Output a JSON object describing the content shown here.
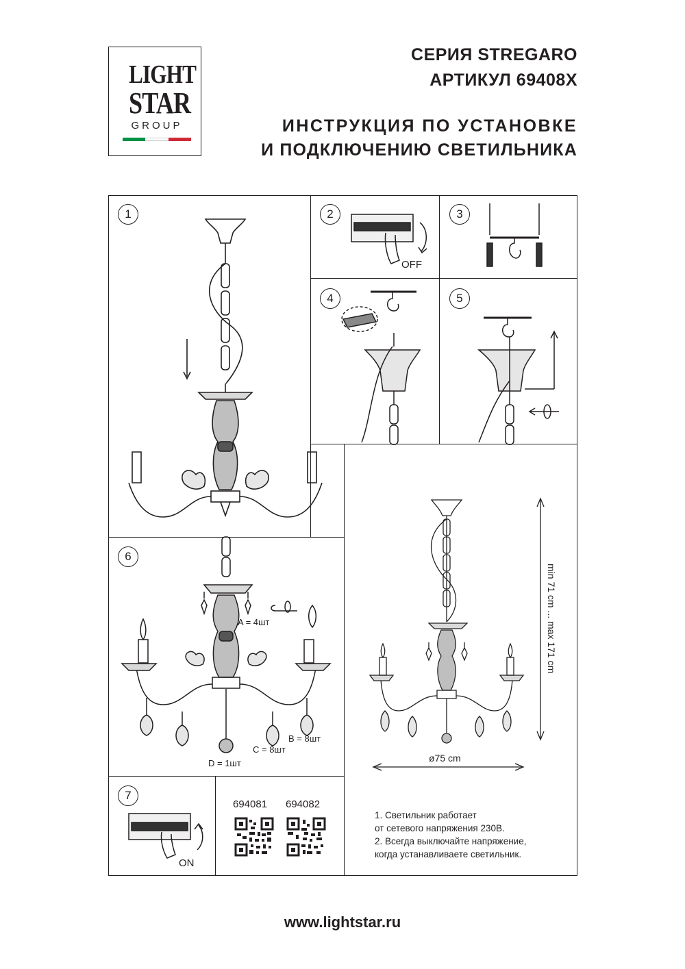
{
  "logo": {
    "line1": "LIGHT",
    "line2": "STAR",
    "line3": "GROUP"
  },
  "header": {
    "series": "СЕРИЯ STREGARO",
    "article": "АРТИКУЛ 69408X",
    "title_line1": "ИНСТРУКЦИЯ ПО УСТАНОВКЕ",
    "title_line2": "И ПОДКЛЮЧЕНИЮ СВЕТИЛЬНИКА"
  },
  "steps": [
    "1",
    "2",
    "3",
    "4",
    "5",
    "6",
    "7"
  ],
  "labels": {
    "off": "OFF",
    "on": "ON",
    "part_a": "A = 4шт",
    "part_b": "B = 8шт",
    "part_c": "C = 8шт",
    "part_d": "D = 1шт",
    "height": "min 71 cm ... max 171 cm",
    "diameter": "ø75 cm"
  },
  "qr_codes": [
    "694081",
    "694082"
  ],
  "notes": [
    "1. Светильник работает",
    "от сетевого напряжения 230В.",
    "2. Всегда выключайте напряжение,",
    "когда устанавливаете светильник."
  ],
  "footer": {
    "url": "www.lightstar.ru"
  },
  "colors": {
    "line": "#231f20",
    "flag_green": "#009246",
    "flag_white": "#ffffff",
    "flag_red": "#ce2b37"
  }
}
